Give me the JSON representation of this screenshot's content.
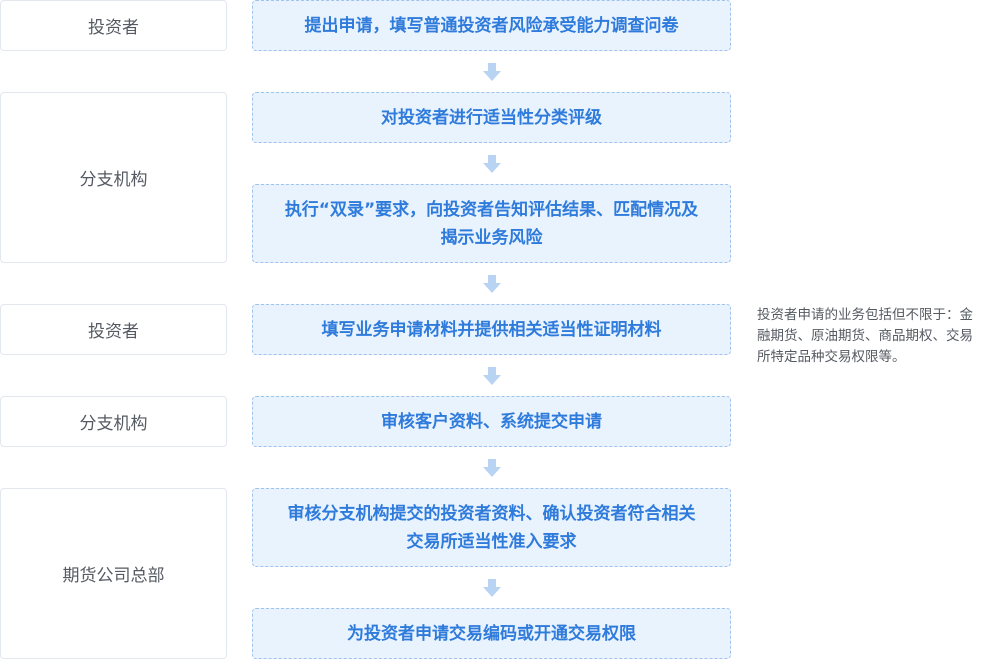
{
  "roles": [
    {
      "label": "投资者"
    },
    {
      "label": "分支机构"
    },
    {
      "label": "投资者"
    },
    {
      "label": "分支机构"
    },
    {
      "label": "期货公司总部"
    }
  ],
  "steps": [
    {
      "label": "提出申请，填写普通投资者风险承受能力调查问卷"
    },
    {
      "label": "对投资者进行适当性分类评级"
    },
    {
      "label": "执行“双录”要求，向投资者告知评估结果、匹配情况及揭示业务风险"
    },
    {
      "label": "填写业务申请材料并提供相关适当性证明材料"
    },
    {
      "label": "审核客户资料、系统提交申请"
    },
    {
      "label": "审核分支机构提交的投资者资料、确认投资者符合相关交易所适当性准入要求"
    },
    {
      "label": "为投资者申请交易编码或开通交易权限"
    }
  ],
  "note": {
    "text": "投资者申请的业务包括但不限于：金融期货、原油期货、商品期权、交易所特定品种交易权限等。"
  },
  "colors": {
    "step_text": "#2f7bdc",
    "step_bg": "#e9f3fd",
    "step_border": "#9fc3ee",
    "arrow": "#b9d4f2",
    "role_text": "#555a62"
  }
}
